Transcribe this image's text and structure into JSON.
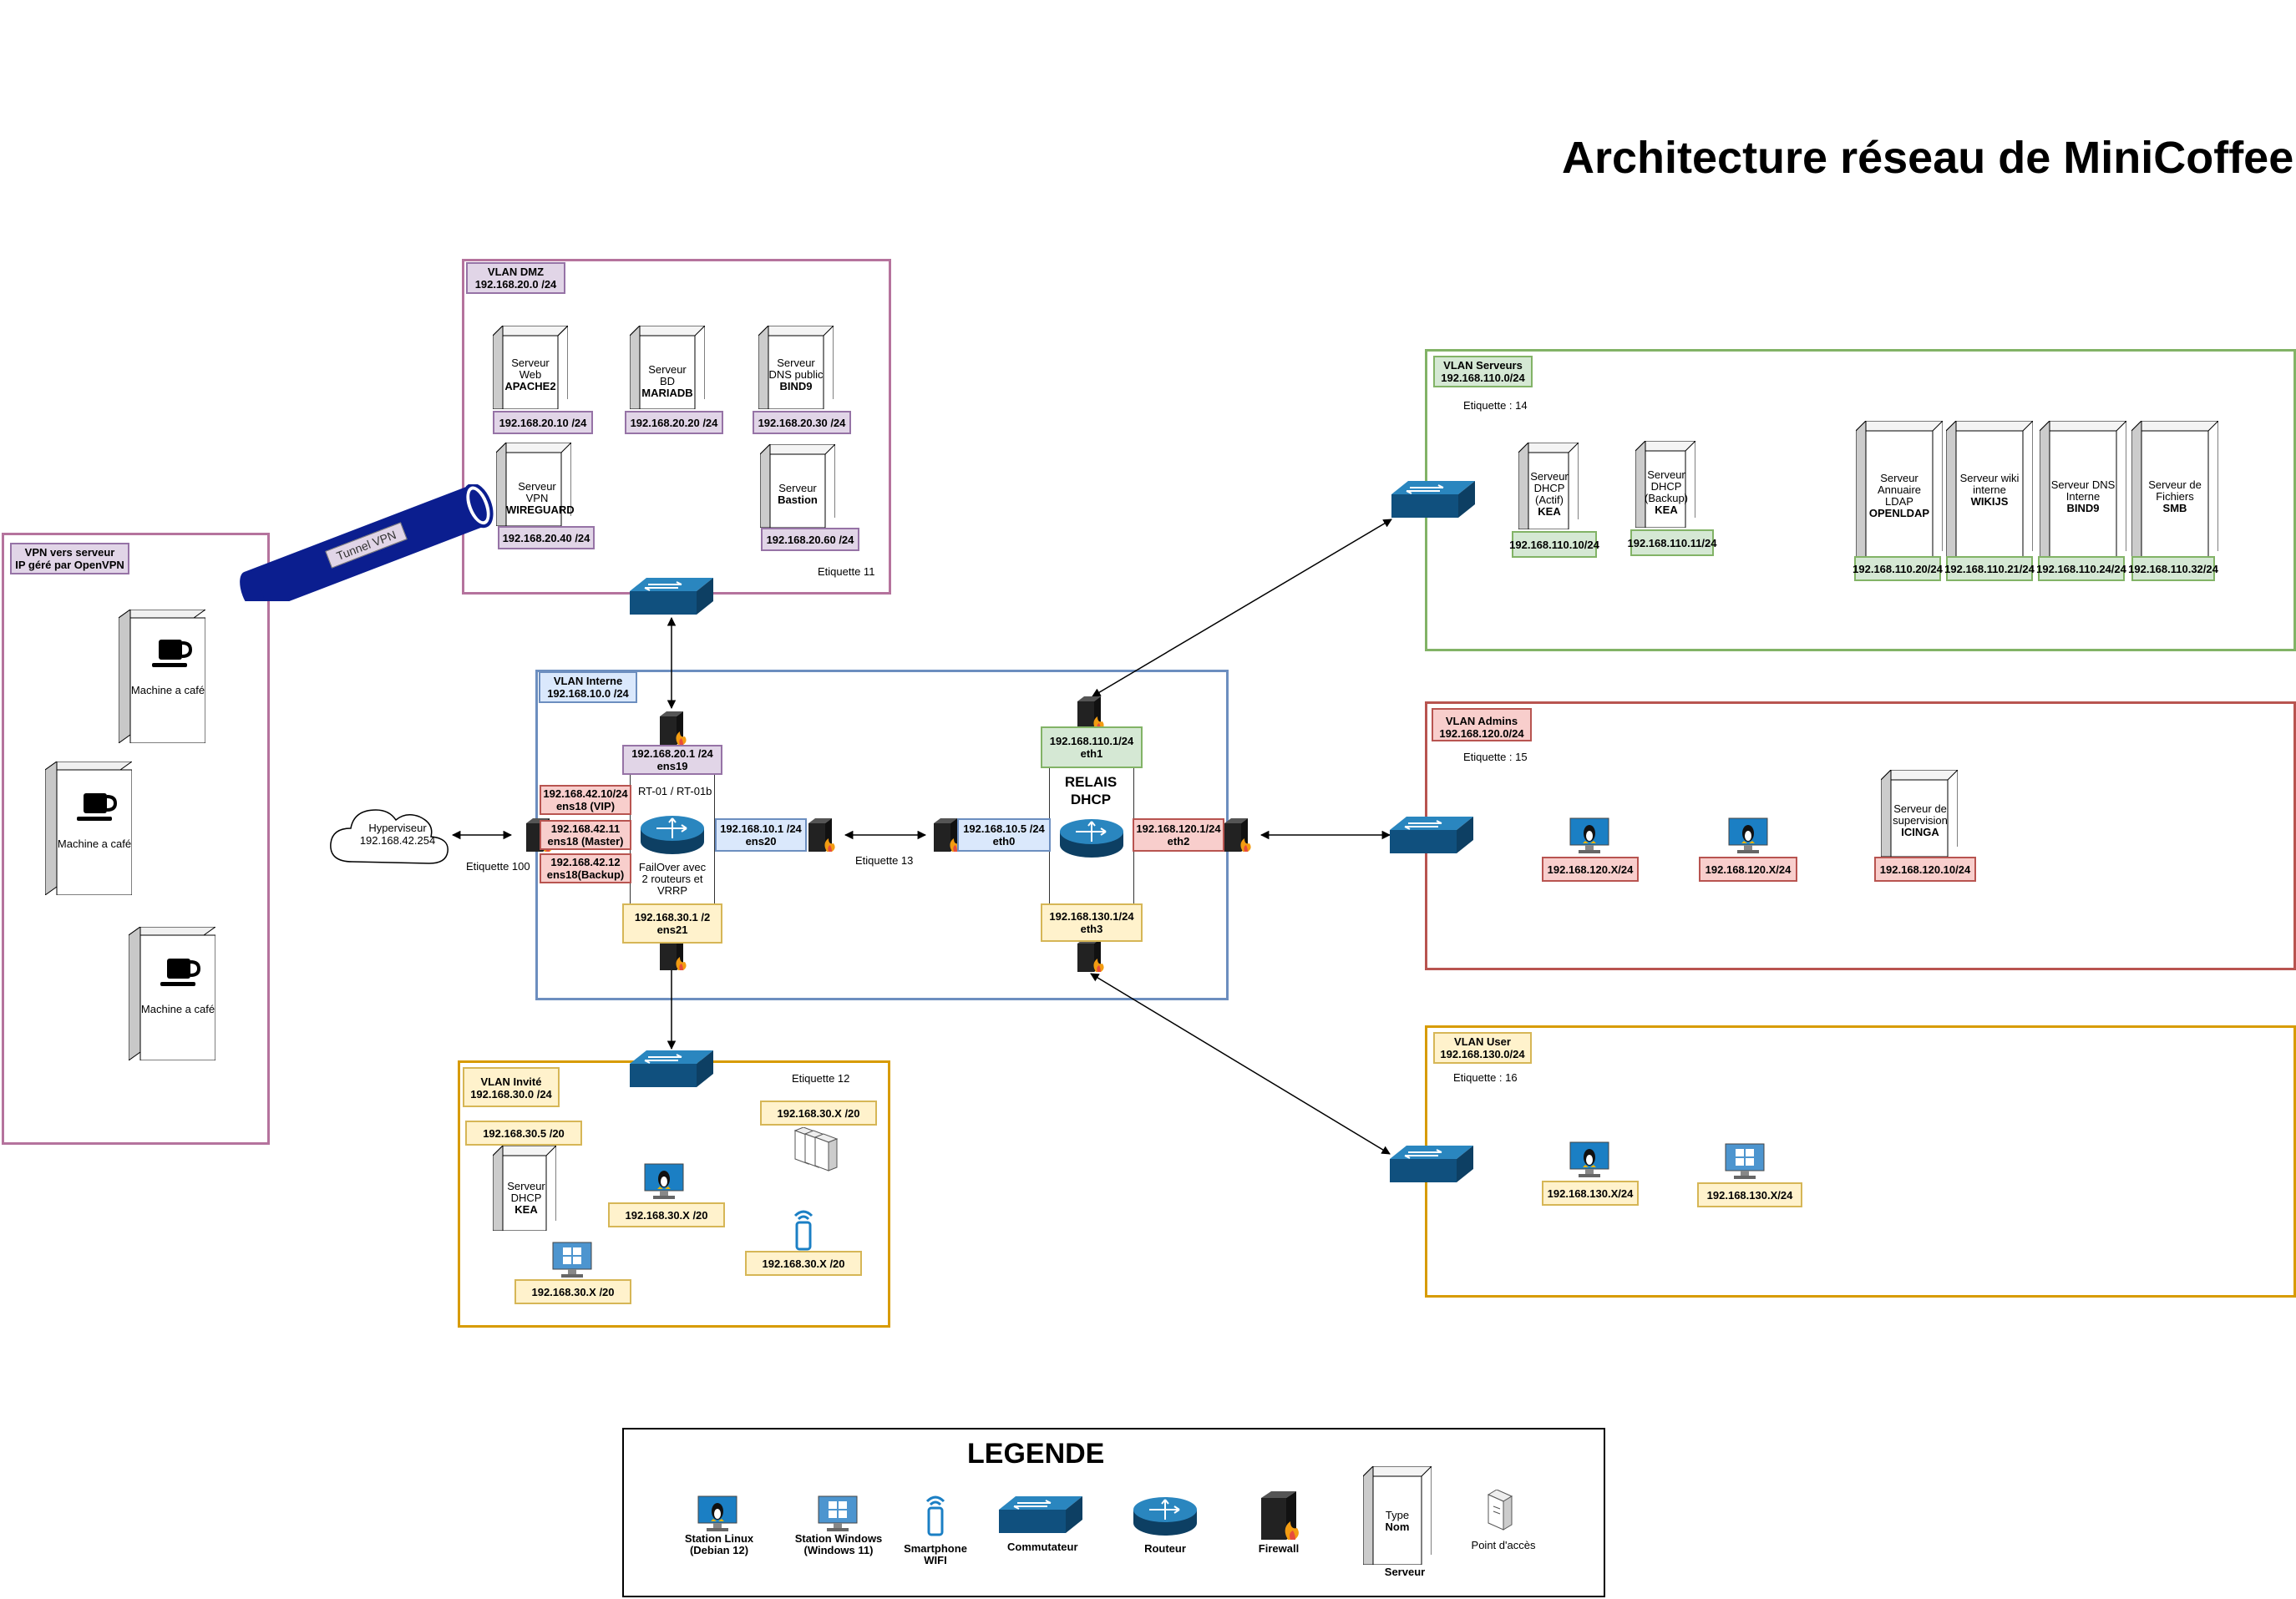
{
  "title": "Architecture réseau de MiniCoffee",
  "vpn": {
    "label_line1": "VPN vers serveur",
    "label_line2": "IP géré par OpenVPN",
    "tunnel": "Tunnel VPN",
    "machines": [
      "Machine a café",
      "Machine a café",
      "Machine a café"
    ]
  },
  "dmz": {
    "name": "VLAN DMZ",
    "subnet": "192.168.20.0 /24",
    "etiquette": "Etiquette 11",
    "servers": [
      {
        "l1": "Serveur",
        "l2": "Web",
        "l3": "APACHE2",
        "ip": "192.168.20.10 /24"
      },
      {
        "l1": "Serveur BD",
        "l2": "",
        "l3": "MARIADB",
        "ip": "192.168.20.20 /24"
      },
      {
        "l1": "Serveur",
        "l2": "DNS public",
        "l3": "BIND9",
        "ip": "192.168.20.30 /24"
      },
      {
        "l1": "Serveur VPN",
        "l2": "",
        "l3": "WIREGUARD",
        "ip": "192.168.20.40 /24"
      },
      {
        "l1": "Serveur",
        "l2": "",
        "l3": "Bastion",
        "ip": "192.168.20.60 /24"
      }
    ]
  },
  "interne": {
    "name": "VLAN Interne",
    "subnet": "192.168.10.0 /24",
    "etiquette13": "Etiquette 13",
    "etiquette100": "Etiquette 100",
    "router_name": "RT-01 / RT-01b",
    "failover": "FailOver avec 2 routeurs et VRRP",
    "relais": "RELAIS DHCP",
    "ifaces": {
      "ens19": {
        "ip": "192.168.20.1 /24",
        "name": "ens19"
      },
      "vip": {
        "ip": "192.168.42.10/24",
        "name": "ens18 (VIP)"
      },
      "master": {
        "ip": "192.168.42.11",
        "name": "ens18 (Master)"
      },
      "backup": {
        "ip": "192.168.42.12",
        "name": "ens18(Backup)"
      },
      "ens20": {
        "ip": "192.168.10.1 /24",
        "name": "ens20"
      },
      "ens21": {
        "ip": "192.168.30.1 /2",
        "name": "ens21"
      },
      "eth0": {
        "ip": "192.168.10.5 /24",
        "name": "eth0"
      },
      "eth1": {
        "ip": "192.168.110.1/24",
        "name": "eth1"
      },
      "eth2": {
        "ip": "192.168.120.1/24",
        "name": "eth2"
      },
      "eth3": {
        "ip": "192.168.130.1/24",
        "name": "eth3"
      }
    }
  },
  "hyperviseur": {
    "label": "Hyperviseur",
    "ip": "192.168.42.254"
  },
  "serveurs": {
    "name": "VLAN Serveurs",
    "subnet": "192.168.110.0/24",
    "etiquette": "Etiquette : 14",
    "servers": [
      {
        "lines": [
          "Serveur",
          "DHCP",
          "(Actif)"
        ],
        "bold": "KEA",
        "ip": "192.168.110.10/24"
      },
      {
        "lines": [
          "Serveur",
          "DHCP",
          "(Backup)"
        ],
        "bold": "KEA",
        "ip": "192.168.110.11/24"
      },
      {
        "lines": [
          "Serveur",
          "Annuaire",
          "LDAP"
        ],
        "bold": "OPENLDAP",
        "ip": "192.168.110.20/24"
      },
      {
        "lines": [
          "Serveur wiki",
          "interne"
        ],
        "bold": "WIKIJS",
        "ip": "192.168.110.21/24"
      },
      {
        "lines": [
          "Serveur DNS",
          "Interne"
        ],
        "bold": "BIND9",
        "ip": "192.168.110.24/24"
      },
      {
        "lines": [
          "Serveur de",
          "Fichiers"
        ],
        "bold": "SMB",
        "ip": "192.168.110.32/24"
      }
    ]
  },
  "admins": {
    "name": "VLAN Admins",
    "subnet": "192.168.120.0/24",
    "etiquette": "Etiquette : 15",
    "hosts": [
      "192.168.120.X/24",
      "192.168.120.X/24"
    ],
    "supervision": {
      "lines": [
        "Serveur de",
        "supervision"
      ],
      "bold": "ICINGA",
      "ip": "192.168.120.10/24"
    }
  },
  "user": {
    "name": "VLAN User",
    "subnet": "192.168.130.0/24",
    "etiquette": "Etiquette : 16",
    "hosts": [
      "192.168.130.X/24",
      "192.168.130.X/24"
    ]
  },
  "invite": {
    "name": "VLAN Invité",
    "subnet": "192.168.30.0 /24",
    "etiquette": "Etiquette 12",
    "dhcp_ip": "192.168.30.5 /20",
    "dhcp": {
      "lines": [
        "Serveur",
        "DHCP"
      ],
      "bold": "KEA"
    },
    "ap_ip": "192.168.30.X /20",
    "linux_ip": "192.168.30.X /20",
    "phone_ip": "192.168.30.X /20",
    "win_ip": "192.168.30.X /20"
  },
  "legend": {
    "title": "LEGENDE",
    "items": {
      "linux": "Station Linux (Debian 12)",
      "windows": "Station Windows (Windows 11)",
      "phone": "Smartphone WIFI",
      "switch": "Commutateur",
      "router": "Routeur",
      "firewall": "Firewall",
      "server_type": "Type",
      "server_name": "Nom",
      "server": "Serveur",
      "ap": "Point d'accès"
    }
  }
}
